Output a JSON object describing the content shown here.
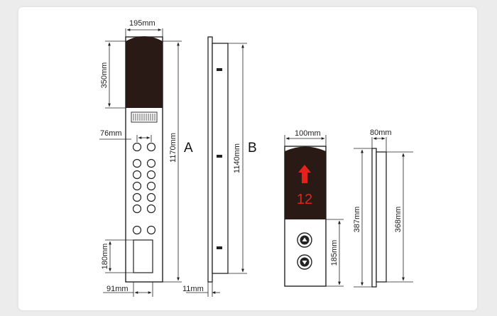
{
  "panel_a": {
    "letter": "A",
    "width_label": "195mm",
    "display_height_label": "350mm",
    "height_label": "1170mm",
    "button_spacing_label": "76mm",
    "keyswitch_height_label": "180mm",
    "bottom_offset_label": "91mm"
  },
  "panel_b": {
    "letter": "B",
    "height_label": "1140mm",
    "depth_label": "11mm"
  },
  "hall_panel": {
    "width_label": "100mm",
    "floor_number": "12",
    "button_section_label": "185mm",
    "arrow_color": "#e3231b",
    "display_color": "#2a1a16"
  },
  "hall_side": {
    "depth_label": "80mm",
    "total_height_label": "387mm",
    "body_height_label": "368mm"
  }
}
